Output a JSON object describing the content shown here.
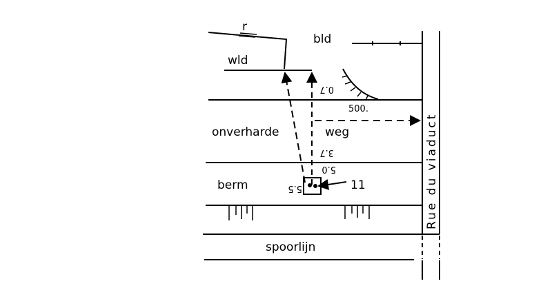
{
  "labels": {
    "r": "r",
    "bld": "bld",
    "wld": "wld",
    "onverharde": "onverharde",
    "weg": "weg",
    "berm": "berm",
    "spoorlijn": "spoorlijn",
    "street": "Rue du viaduct",
    "point_id": "11"
  },
  "measurements": {
    "to_wld": "0.7",
    "to_street": "500.",
    "across_road": "3.7",
    "offset_a": "5.0",
    "offset_b": "5.5"
  },
  "colors": {
    "ink": "#000000",
    "paper": "#ffffff"
  }
}
